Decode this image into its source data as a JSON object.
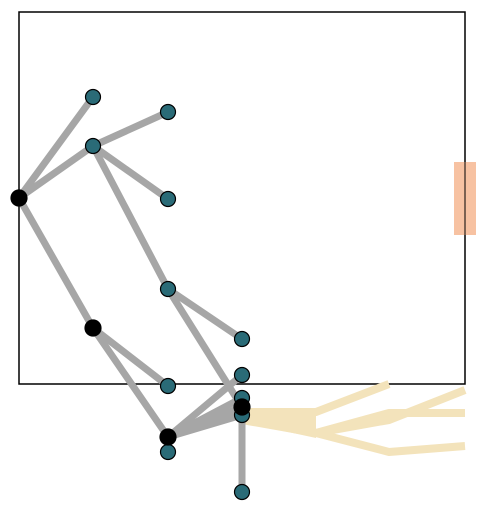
{
  "colors": {
    "background": "#ffffff",
    "frame": "#000000",
    "edge": "#a6a6a6",
    "leaf_node": "#2a6b77",
    "internal_node": "#000000",
    "node_outline": "#000000",
    "fan": "#f3e3bb",
    "side_marker": "#f7c2a2"
  },
  "tree": {
    "nodes": [
      {
        "id": "root",
        "kind": "internal"
      },
      {
        "id": "n1",
        "kind": "leaf"
      },
      {
        "id": "n2",
        "kind": "leaf"
      },
      {
        "id": "n3",
        "kind": "leaf"
      },
      {
        "id": "n4",
        "kind": "leaf"
      },
      {
        "id": "n5",
        "kind": "leaf"
      },
      {
        "id": "n6",
        "kind": "leaf"
      },
      {
        "id": "n7",
        "kind": "internal"
      },
      {
        "id": "n8",
        "kind": "leaf"
      },
      {
        "id": "n9",
        "kind": "internal"
      },
      {
        "id": "n10",
        "kind": "leaf"
      },
      {
        "id": "n11",
        "kind": "leaf"
      },
      {
        "id": "n12",
        "kind": "leaf"
      },
      {
        "id": "n13",
        "kind": "leaf"
      },
      {
        "id": "n14",
        "kind": "internal"
      },
      {
        "id": "n15",
        "kind": "leaf"
      }
    ],
    "edges": [
      [
        "root",
        "n1"
      ],
      [
        "root",
        "n2"
      ],
      [
        "n2",
        "n3"
      ],
      [
        "n2",
        "n4"
      ],
      [
        "n2",
        "n5"
      ],
      [
        "n5",
        "n6"
      ],
      [
        "n5",
        "n14"
      ],
      [
        "root",
        "n7"
      ],
      [
        "n7",
        "n8"
      ],
      [
        "n7",
        "n9"
      ],
      [
        "n9",
        "n10"
      ],
      [
        "n9",
        "n11"
      ],
      [
        "n9",
        "n14"
      ],
      [
        "n9",
        "n15"
      ],
      [
        "n9",
        "n12"
      ],
      [
        "n14",
        "n13"
      ]
    ]
  }
}
